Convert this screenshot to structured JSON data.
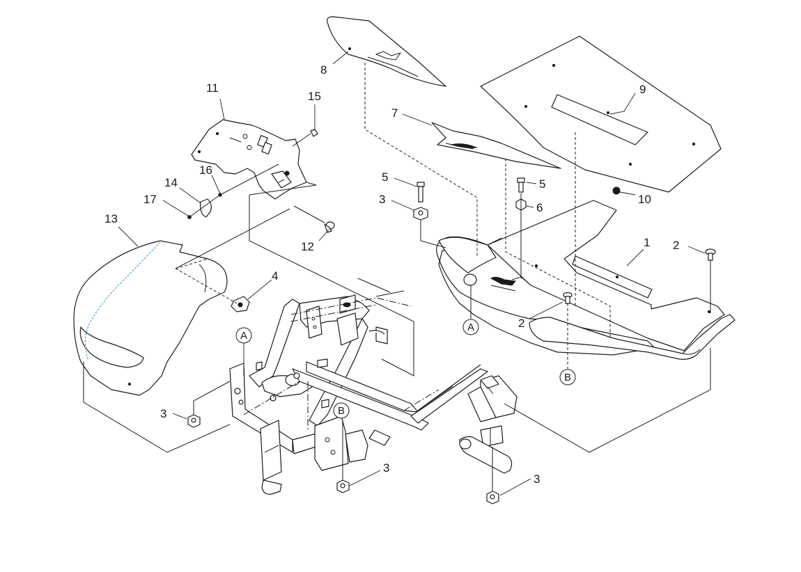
{
  "callouts": [
    {
      "id": "c8",
      "label": "8"
    },
    {
      "id": "c9",
      "label": "9"
    },
    {
      "id": "c7",
      "label": "7"
    },
    {
      "id": "c11",
      "label": "11"
    },
    {
      "id": "c15",
      "label": "15"
    },
    {
      "id": "c16",
      "label": "16"
    },
    {
      "id": "c14",
      "label": "14"
    },
    {
      "id": "c17",
      "label": "17"
    },
    {
      "id": "c5a",
      "label": "5"
    },
    {
      "id": "c5b",
      "label": "5"
    },
    {
      "id": "c3a",
      "label": "3"
    },
    {
      "id": "c6",
      "label": "6"
    },
    {
      "id": "c10",
      "label": "10"
    },
    {
      "id": "c12",
      "label": "12"
    },
    {
      "id": "c13",
      "label": "13"
    },
    {
      "id": "c1",
      "label": "1"
    },
    {
      "id": "c2a",
      "label": "2"
    },
    {
      "id": "c2b",
      "label": "2"
    },
    {
      "id": "c4",
      "label": "4"
    },
    {
      "id": "c3b",
      "label": "3"
    },
    {
      "id": "c3c",
      "label": "3"
    },
    {
      "id": "c3d",
      "label": "3"
    }
  ],
  "refs": [
    {
      "id": "rA1",
      "label": "A"
    },
    {
      "id": "rA2",
      "label": "A"
    },
    {
      "id": "rB1",
      "label": "B"
    },
    {
      "id": "rB2",
      "label": "B"
    }
  ]
}
